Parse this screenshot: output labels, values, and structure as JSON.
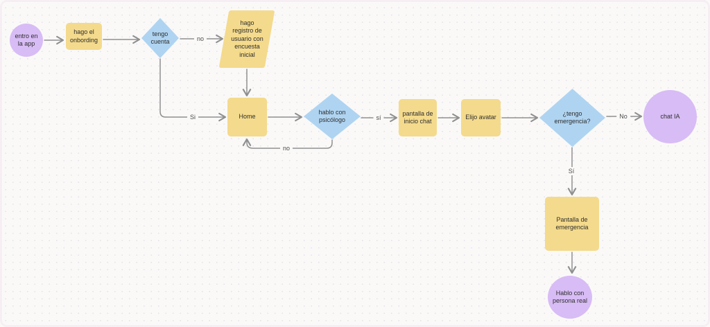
{
  "app": {
    "view": "whiteboard-flowchart-canvas"
  },
  "colors": {
    "node_yellow": "#F4DA8C",
    "node_blue": "#AFD4F2",
    "node_purple": "#D8BCF5",
    "connector": "#8F8F8F",
    "canvas_bg": "#FAF9F8",
    "dot": "#E3E1E7",
    "frame_bg": "#F7EEF4",
    "node_text": "#2E2E2E",
    "edge_text": "#4D4D4D"
  },
  "nodes": {
    "entro_app": {
      "label": "entro en la app",
      "shape": "circle",
      "color": "purple"
    },
    "onboarding": {
      "label": "hago el onbording",
      "shape": "rectangle",
      "color": "yellow"
    },
    "tengo_cuenta": {
      "label": "tengo cuenta",
      "shape": "diamond",
      "color": "blue"
    },
    "registro": {
      "label": "hago registro de usuario con encuesta inicial",
      "shape": "parallelogram",
      "color": "yellow"
    },
    "home": {
      "label": "Home",
      "shape": "rectangle",
      "color": "yellow"
    },
    "psicologo": {
      "label": "hablo con psicólogo",
      "shape": "diamond",
      "color": "blue"
    },
    "inicio_chat": {
      "label": "pantalla de inicio chat",
      "shape": "rectangle",
      "color": "yellow"
    },
    "elijo_avatar": {
      "label": "Elijo avatar",
      "shape": "rectangle",
      "color": "yellow"
    },
    "emergencia": {
      "label": "¿tengo emergencia?",
      "shape": "diamond",
      "color": "blue"
    },
    "chat_ia": {
      "label": "chat IA",
      "shape": "circle",
      "color": "purple"
    },
    "pantalla_emergencia": {
      "label": "Pantalla de emergencia",
      "shape": "rectangle",
      "color": "yellow"
    },
    "persona_real": {
      "label": "Hablo con persona real",
      "shape": "circle",
      "color": "purple"
    }
  },
  "edges": {
    "tengo_cuenta_to_registro": "no",
    "tengo_cuenta_to_home": "Si",
    "psicologo_to_inicio_chat": "sí",
    "psicologo_to_home": "no",
    "emergencia_to_chat_ia": "No",
    "emergencia_to_pantalla": "Sí"
  }
}
